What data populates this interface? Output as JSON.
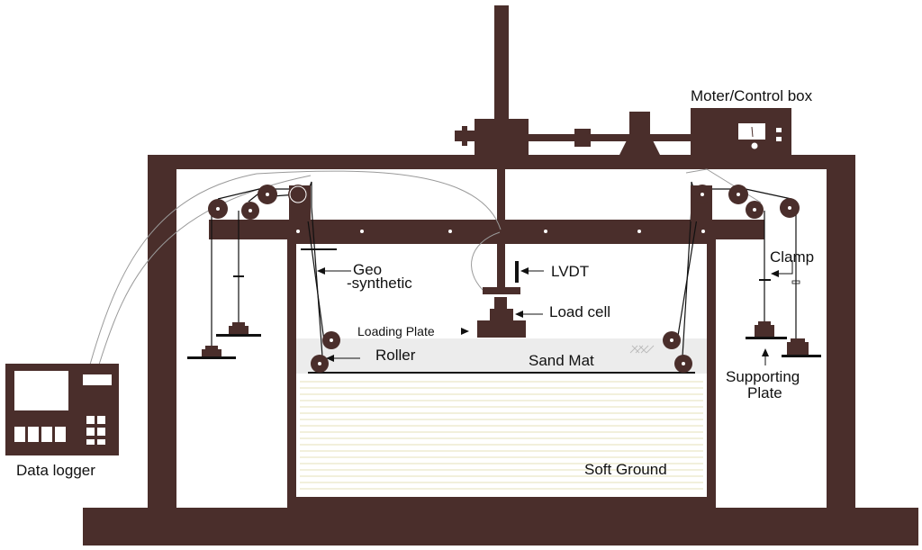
{
  "labels": {
    "motor_control_box": "Moter/Control box",
    "lvdt": "LVDT",
    "load_cell": "Load cell",
    "loading_plate": "Loading Plate",
    "geosynthetic_line1": "Geo",
    "geosynthetic_line2": "-synthetic",
    "roller": "Roller",
    "sand_mat": "Sand Mat",
    "clamp": "Clamp",
    "supporting_plate_line1": "Supporting",
    "supporting_plate_line2": "Plate",
    "soft_ground": "Soft Ground",
    "data_logger": "Data logger"
  },
  "colors": {
    "frame": "#4a2e2b",
    "line": "#111111",
    "sand": "#e9e9e9",
    "soft_ground_lines": "#e5e0b8"
  }
}
